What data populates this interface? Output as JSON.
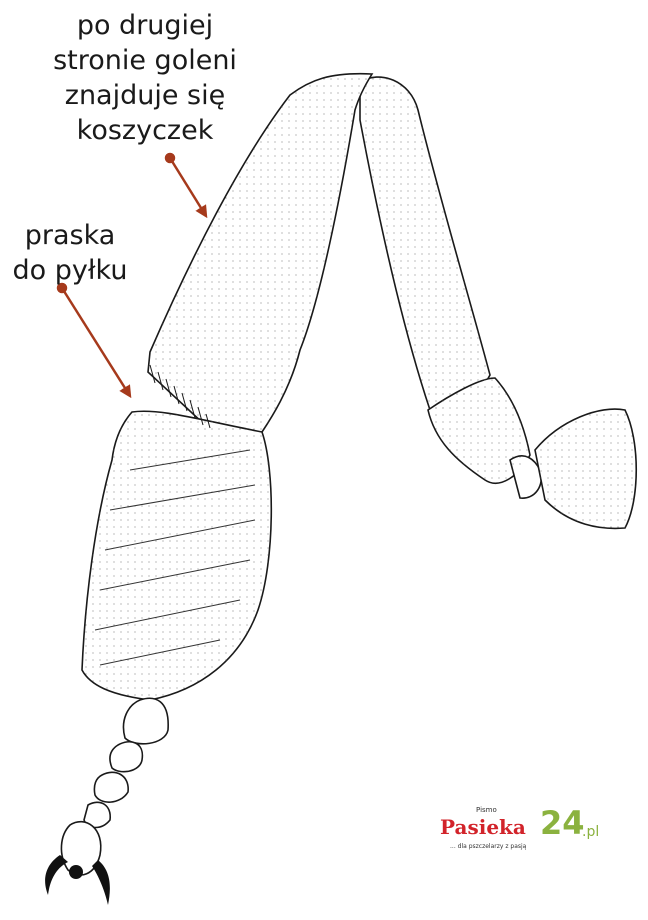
{
  "labels": {
    "corbicula": [
      "po drugiej",
      "stronie goleni",
      "znajduje się",
      "koszyczek"
    ],
    "pollen_press": [
      "praska",
      "do pyłku"
    ]
  },
  "logo": {
    "small": "Pismo",
    "brand": "Pasieka",
    "number": "24",
    "tld": ".pl",
    "tagline": "... dla pszczelarzy z pasją"
  },
  "colors": {
    "arrow": "#a63a1c",
    "ink": "#1a1a1a",
    "brand_red": "#d2232a",
    "brand_green": "#8bb23f"
  }
}
